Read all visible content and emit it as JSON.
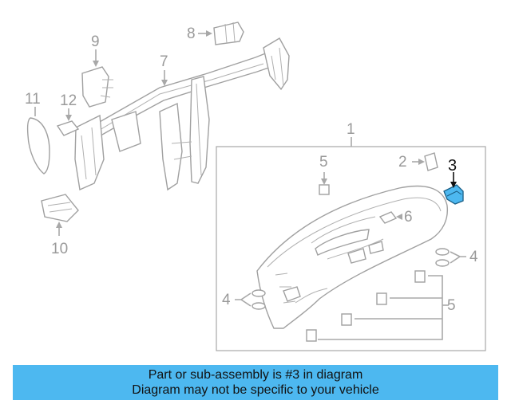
{
  "callouts": {
    "c1": "1",
    "c2": "2",
    "c3": "3",
    "c4_right": "4",
    "c4_left": "4",
    "c5_top": "5",
    "c5_right": "5",
    "c6": "6",
    "c7": "7",
    "c8": "8",
    "c9": "9",
    "c10": "10",
    "c11": "11",
    "c12": "12"
  },
  "banner": {
    "line1": "Part or sub-assembly is #3 in diagram",
    "line2": "Diagram may not be specific to your vehicle"
  },
  "colors": {
    "banner": "#4db8f0",
    "highlight_part": "#4db8f0",
    "line_art": "#a0a0a0"
  },
  "highlighted_part": "3"
}
